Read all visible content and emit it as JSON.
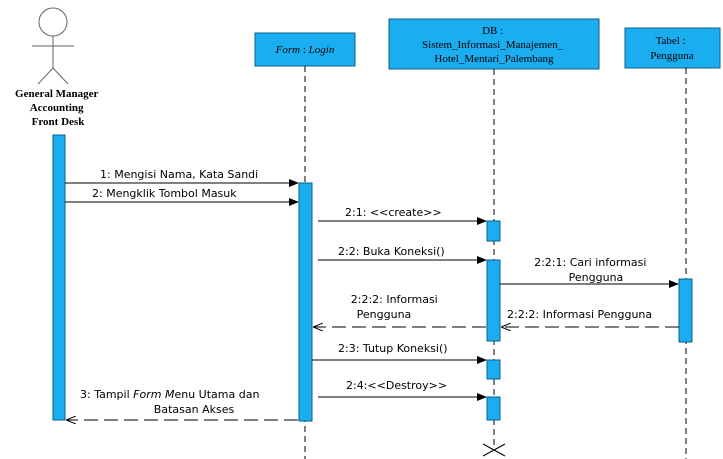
{
  "actor": {
    "lines": [
      "General Manager",
      "Accounting",
      "Front Desk"
    ]
  },
  "lifelines": {
    "form": {
      "prefix": "Form",
      "sep": " : ",
      "name": "Login"
    },
    "db": {
      "lines": [
        "DB :",
        "Sistem_Informasi_Manajemen_",
        "Hotel_Mentari_Palembang"
      ]
    },
    "tabel": {
      "lines": [
        "Tabel :",
        "Pengguna"
      ]
    }
  },
  "messages": [
    {
      "id": "m1",
      "text": "1: Mengisi Nama, Kata Sandi"
    },
    {
      "id": "m2",
      "text": "2: Mengklik  Tombol Masuk"
    },
    {
      "id": "m21",
      "text": "2:1: <<create>>"
    },
    {
      "id": "m22",
      "text": "2:2: Buka Koneksi()"
    },
    {
      "id": "m221",
      "lines": [
        "2:2:1: Cari informasi",
        "Pengguna"
      ]
    },
    {
      "id": "m222r",
      "text": "2:2:2: Informasi Pengguna"
    },
    {
      "id": "m222l",
      "lines": [
        "2:2:2: Informasi",
        "Pengguna"
      ]
    },
    {
      "id": "m23",
      "text": "2:3: Tutup Koneksi()"
    },
    {
      "id": "m24",
      "text": "2:4:<<Destroy>>"
    },
    {
      "id": "m3",
      "line1_pre": "3: Tampil ",
      "line1_italic": "Form M",
      "line1_post": "enu Utama dan",
      "line2": "Batasan Akses"
    }
  ]
}
